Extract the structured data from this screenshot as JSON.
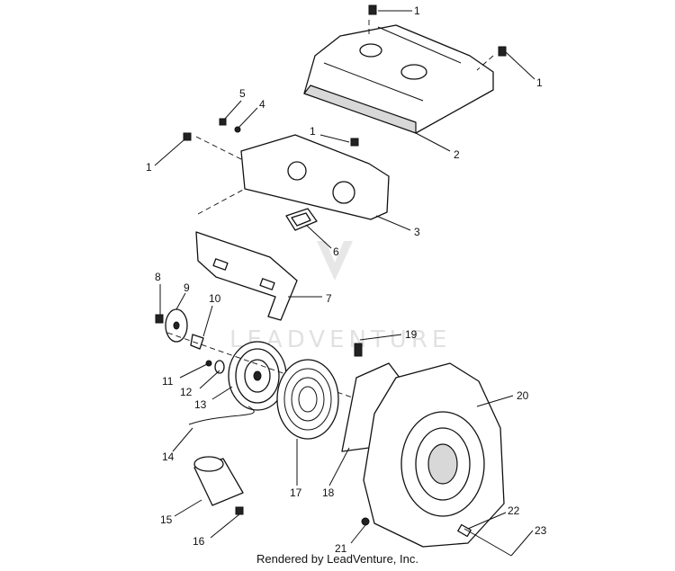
{
  "diagram": {
    "callouts": [
      "1",
      "1",
      "1",
      "1",
      "2",
      "3",
      "4",
      "5",
      "6",
      "7",
      "8",
      "9",
      "10",
      "11",
      "12",
      "13",
      "14",
      "15",
      "16",
      "17",
      "18",
      "19",
      "20",
      "21",
      "22",
      "23"
    ]
  },
  "watermark": {
    "text": "LEADVENTURE"
  },
  "footer": {
    "text": "Rendered by LeadVenture, Inc."
  }
}
